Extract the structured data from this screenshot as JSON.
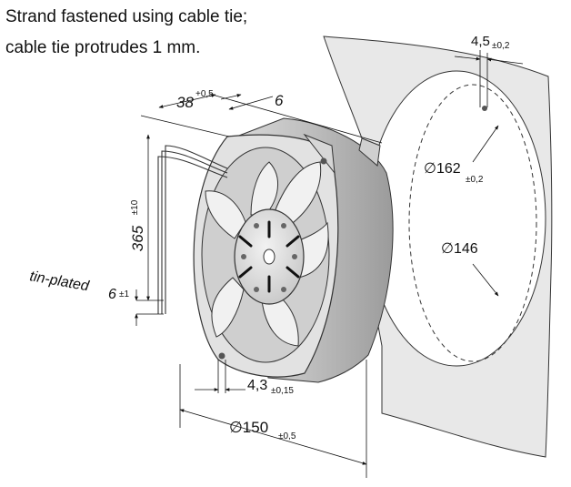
{
  "notes": {
    "line1": "Strand fastened using cable tie;",
    "line2": "cable tie protrudes 1 mm."
  },
  "dimensions": {
    "depth": {
      "value": "38",
      "tol": "+0,5"
    },
    "flange": {
      "value": "6"
    },
    "lead_length": {
      "value": "365",
      "tol": "±10"
    },
    "tin_plated": {
      "label": "tin-plated",
      "value": "6",
      "tol": "±1"
    },
    "hole": {
      "value": "4,3",
      "tol": "±0,15"
    },
    "frame": {
      "value": "∅150",
      "tol": "±0,5"
    },
    "cutout_offset": {
      "value": "4,5",
      "tol": "±0,2"
    },
    "bolt_circle": {
      "value": "∅162",
      "tol": "±0,2"
    },
    "cutout": {
      "value": "∅146"
    }
  }
}
